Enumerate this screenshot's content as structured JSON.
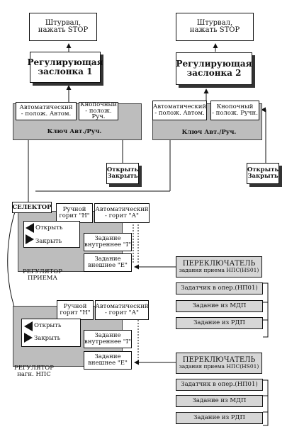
{
  "top_left": {
    "handwheel": "Штурвал,\nнажать STOP",
    "damper": "Регулирующая\nзаслонка 1",
    "auto": "Автоматический\n- полож. Автом.",
    "button": "Кнопочный\n- полож. Руч.",
    "key": "Ключ Авт./Руч.",
    "open_close": "Открыть\nЗакрыть"
  },
  "top_right": {
    "handwheel": "Штурвал,\nнажать STOP",
    "damper": "Регулирующая\nзаслонка 2",
    "auto": "Автоматический\n- полож. Автом.",
    "button": "Кнопочный\n- полож. Ручн.",
    "key": "Ключ Авт./Руч.",
    "open_close": "Открыть\nЗакрыть"
  },
  "reg1": {
    "selector": "СЕЛЕКТОР",
    "manual": "Ручной\nгорит \"Н\"",
    "auto": "Автоматический\n- горит \"А\"",
    "open": "Открыть",
    "close": "Закрыть",
    "internal": "Задание\nвнутреннее \"I\"",
    "external": "Задание\nвнешнее \"Е\"",
    "name": "РЕГУЛЯТОР\nПРИЕМА"
  },
  "reg2": {
    "manual": "Ручной\nгорит \"Н\"",
    "auto": "Автоматический\n- горит \"А\"",
    "open": "Открыть",
    "close": "Закрыть",
    "internal": "Задание\nвнутреннее \"I\"",
    "external": "Задание\nвнешнее \"Е\"",
    "name": "РЕГУЛЯТОР\nнагн. НПС"
  },
  "switch1": {
    "title": "ПЕРЕКЛЮЧАТЕЛЬ",
    "subtitle": "задания приема НПС(HS01)",
    "setter": "Задатчик в опер.(HП01)",
    "mdp": "Задание из МДП",
    "rdp": "Задание из РДП"
  },
  "switch2": {
    "title": "ПЕРЕКЛЮЧАТЕЛЬ",
    "subtitle": "задания приема НПС(HS01)",
    "setter": "Задатчик в опер.(HП01)",
    "mdp": "Задание из МДП",
    "rdp": "Задание из РДП"
  }
}
